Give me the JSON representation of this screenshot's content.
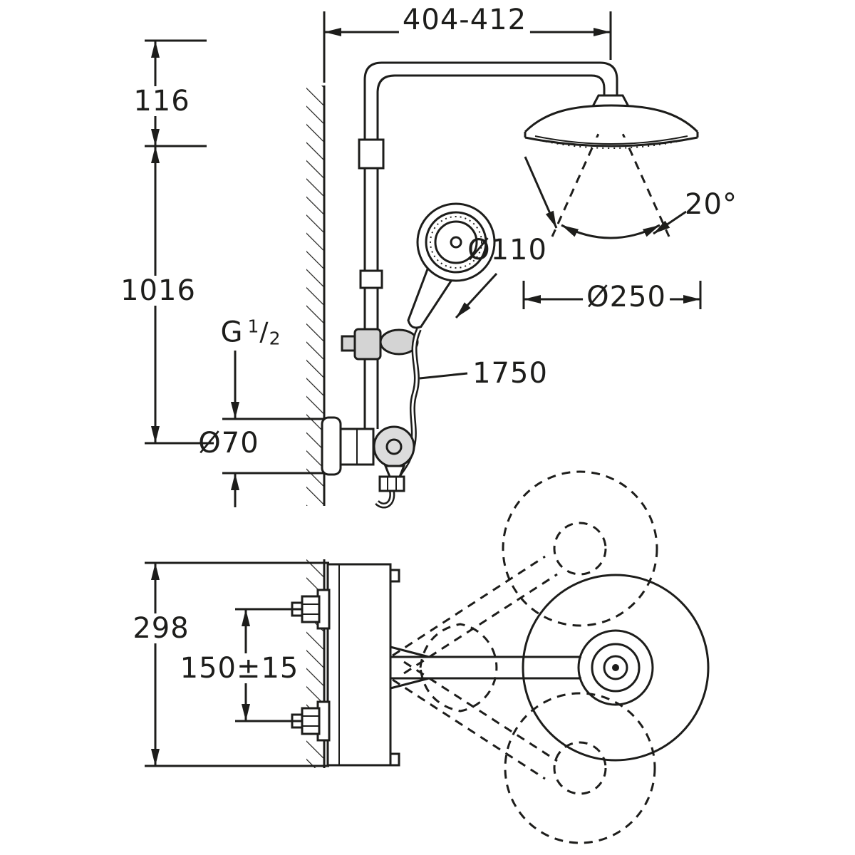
{
  "drawing": {
    "background": "#ffffff",
    "line_color": "#1d1d1b",
    "dimensions": {
      "arm_length": "404-412",
      "head_top_offset": "116",
      "rail_height": "1016",
      "swivel_angle": "20°",
      "hand_shower_diameter": "Ø110",
      "head_shower_diameter": "Ø250",
      "escutcheon_diameter": "Ø70",
      "hose_length": "1750",
      "projection_depth": "298",
      "supply_spacing": "150±15"
    },
    "thread": {
      "prefix": "G",
      "numerator": "1",
      "slash": "/",
      "denominator": "2"
    }
  }
}
